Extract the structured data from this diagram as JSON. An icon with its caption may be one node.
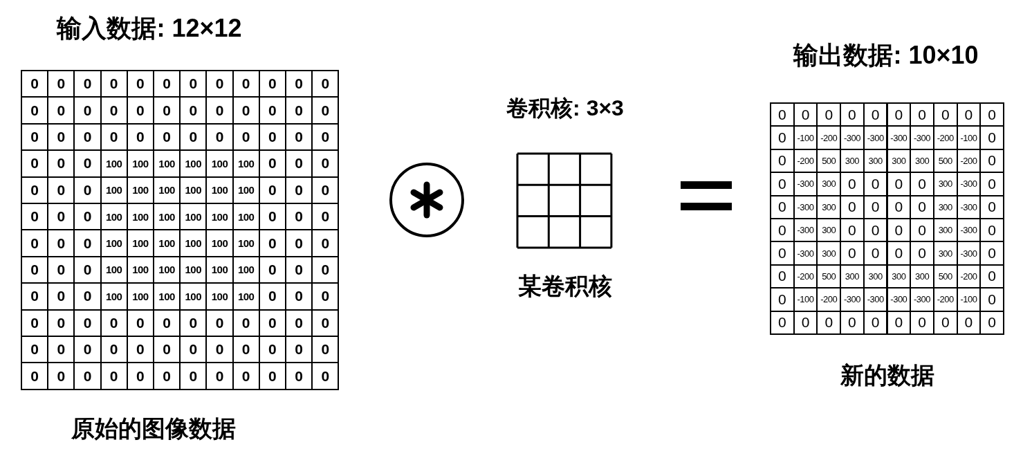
{
  "diagram": {
    "labels": [
      "输入数据: 12×12",
      "0",
      "0",
      "0",
      "0",
      "0",
      "0",
      "0",
      "0",
      "0",
      "0",
      "0",
      "0",
      "0",
      "0",
      "0",
      "0",
      "0",
      "0",
      "0",
      "0",
      "0",
      "0",
      "0",
      "0",
      "0",
      "0",
      "0",
      "0",
      "0",
      "0",
      "0",
      "0",
      "0",
      "0",
      "0",
      "0",
      "0",
      "0",
      "0",
      "100",
      "100",
      "100",
      "100",
      "100",
      "100",
      "0",
      "0",
      "0",
      "0",
      "0",
      "0",
      "100",
      "100",
      "100",
      "100",
      "100",
      "100",
      "0",
      "0",
      "0",
      "0",
      "0",
      "0",
      "100",
      "100",
      "100",
      "100",
      "100",
      "100",
      "0",
      "0",
      "0",
      "0",
      "0",
      "0",
      "100",
      "100",
      "100",
      "100",
      "100",
      "100",
      "0",
      "0",
      "0",
      "0",
      "0",
      "0",
      "100",
      "100",
      "100",
      "100",
      "100",
      "100",
      "0",
      "0",
      "0",
      "0",
      "0",
      "0",
      "100",
      "100",
      "100",
      "100",
      "100",
      "100",
      "0",
      "0",
      "0",
      "0",
      "0",
      "0",
      "0",
      "0",
      "0",
      "0",
      "0",
      "0",
      "0",
      "0",
      "0",
      "0",
      "0",
      "0",
      "0",
      "0",
      "0",
      "0",
      "0",
      "0",
      "0",
      "0",
      "0",
      "0",
      "0",
      "0",
      "0",
      "0",
      "0",
      "0",
      "0",
      "0",
      "0",
      "0",
      "0",
      "原始的图像数据",
      "卷积核: 3×3",
      "某卷积核",
      "输出数据: 10×10",
      "0",
      "0",
      "0",
      "0",
      "0",
      "0",
      "0",
      "0",
      "0",
      "0",
      "0",
      "-100",
      "-200",
      "-300",
      "-300",
      "-300",
      "-300",
      "-200",
      "-100",
      "0",
      "0",
      "-200",
      "500",
      "300",
      "300",
      "300",
      "300",
      "500",
      "-200",
      "0",
      "0",
      "-300",
      "300",
      "0",
      "0",
      "0",
      "0",
      "300",
      "-300",
      "0",
      "0",
      "-300",
      "300",
      "0",
      "0",
      "0",
      "0",
      "300",
      "-300",
      "0",
      "0",
      "-300",
      "300",
      "0",
      "0",
      "0",
      "0",
      "300",
      "-300",
      "0",
      "0",
      "-300",
      "300",
      "0",
      "0",
      "0",
      "0",
      "300",
      "-300",
      "0",
      "0",
      "-200",
      "500",
      "300",
      "300",
      "300",
      "300",
      "500",
      "-200",
      "0",
      "0",
      "-100",
      "-200",
      "-300",
      "-300",
      "-300",
      "-300",
      "-200",
      "-100",
      "0",
      "0",
      "0",
      "0",
      "0",
      "0",
      "0",
      "0",
      "0",
      "0",
      "0",
      "新的数据"
    ]
  }
}
